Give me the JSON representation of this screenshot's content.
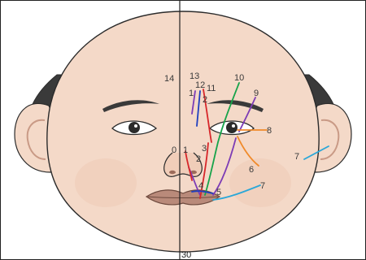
{
  "figure": {
    "labels": {
      "l0": "0",
      "l1a": "1",
      "l1b": "1",
      "l2a": "2",
      "l2b": "2",
      "l3": "3",
      "l4": "4",
      "l5": "5",
      "l6": "6",
      "l7a": "7",
      "l7b": "7",
      "l8": "8",
      "l9": "9",
      "l10": "10",
      "l11": "11",
      "l12": "12",
      "l13": "13",
      "l14": "14",
      "l30": "30"
    },
    "colors": {
      "skin": "#f4d9c8",
      "skin_shadow": "#e9bfae",
      "hair": "#3a3a3a",
      "outline": "#2b2b2b",
      "lips": "#b98a7a",
      "purple": "#7d3cb5",
      "blue_dark": "#1f3fbf",
      "red": "#d7262a",
      "green": "#17a34a",
      "orange": "#f08a2a",
      "light_blue": "#2aa7d8"
    }
  }
}
